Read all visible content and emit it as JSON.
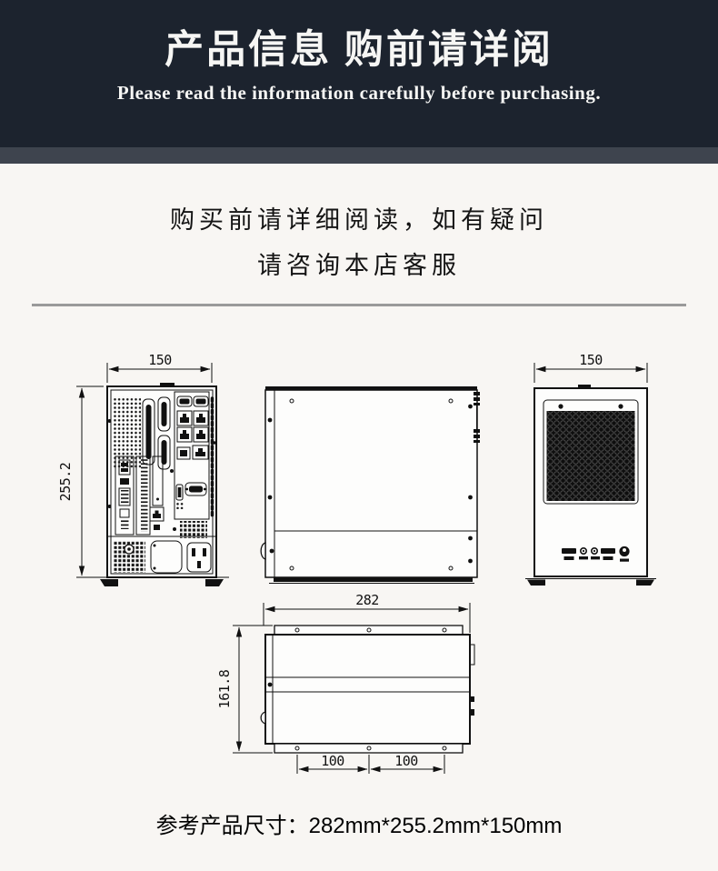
{
  "colors": {
    "header_bg": "#1c232e",
    "header_accent_bar": "#3e444e",
    "page_bg": "#f8f6f3",
    "drawing_line": "#111111",
    "divider": "#9a9a9a"
  },
  "header": {
    "title": "产品信息 购前请详阅",
    "subtitle": "Please read the information carefully before purchasing."
  },
  "notice": {
    "line1": "购买前请详细阅读，如有疑问",
    "line2": "请咨询本店客服"
  },
  "drawings": {
    "rear": {
      "width_label": "150",
      "height_label": "255.2"
    },
    "front": {
      "width_label": "150"
    },
    "bottom": {
      "width_label": "282",
      "height_label": "161.8",
      "left_span_label": "100",
      "right_span_label": "100"
    }
  },
  "footer": {
    "size_text": "参考产品尺寸：282mm*255.2mm*150mm"
  }
}
